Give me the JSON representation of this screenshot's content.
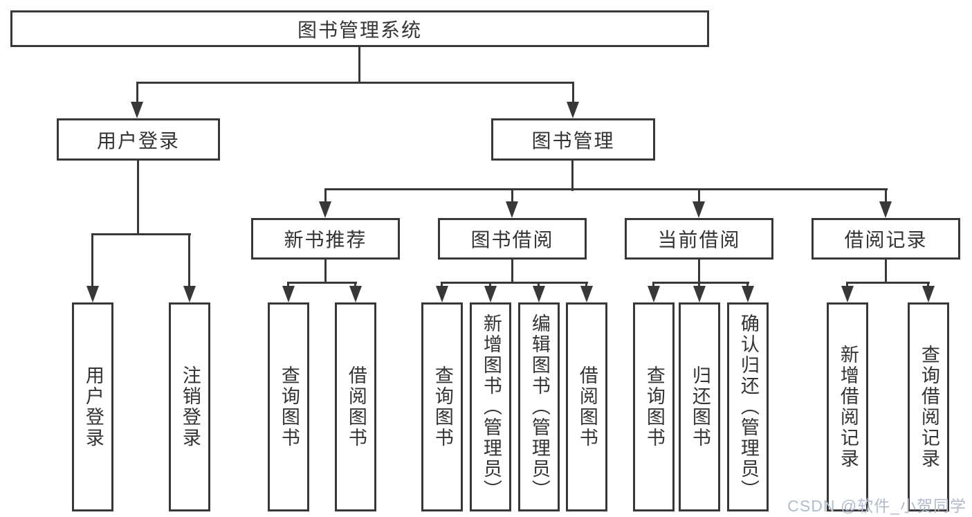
{
  "diagram": {
    "type": "hierarchy-tree",
    "colors": {
      "line": "#383838",
      "text": "#333333",
      "background": "#ffffff",
      "watermark": "#b2bbcd"
    },
    "watermark": "CSDN @软件_小贺同学",
    "tree": {
      "label": "图书管理系统",
      "children": [
        {
          "label": "用户登录",
          "children": [
            {
              "label": "用户登录"
            },
            {
              "label": "注销登录"
            }
          ]
        },
        {
          "label": "图书管理",
          "children": [
            {
              "label": "新书推荐",
              "children": [
                {
                  "label": "查询图书"
                },
                {
                  "label": "借阅图书"
                }
              ]
            },
            {
              "label": "图书借阅",
              "children": [
                {
                  "label": "查询图书"
                },
                {
                  "label": "新增图书（管理员）"
                },
                {
                  "label": "编辑图书（管理员）"
                },
                {
                  "label": "借阅图书"
                }
              ]
            },
            {
              "label": "当前借阅",
              "children": [
                {
                  "label": "查询图书"
                },
                {
                  "label": "归还图书"
                },
                {
                  "label": "确认归还（管理员）"
                }
              ]
            },
            {
              "label": "借阅记录",
              "children": [
                {
                  "label": "新增借阅记录"
                },
                {
                  "label": "查询借阅记录"
                }
              ]
            }
          ]
        }
      ]
    }
  }
}
